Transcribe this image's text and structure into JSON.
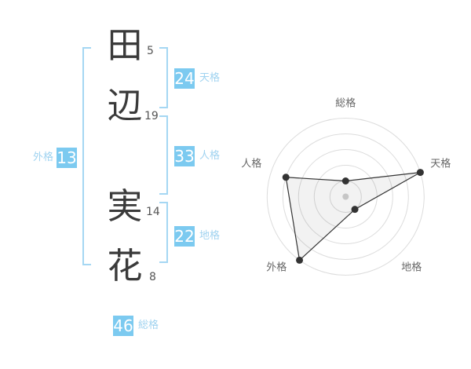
{
  "name_panel": {
    "characters": [
      {
        "char": "田",
        "strokes": "5"
      },
      {
        "char": "辺",
        "strokes": "19"
      },
      {
        "char": "実",
        "strokes": "14"
      },
      {
        "char": "花",
        "strokes": "8"
      }
    ],
    "kaku_badges": [
      {
        "id": "gaikaku",
        "label": "外格",
        "value": "13"
      },
      {
        "id": "tenkaku",
        "label": "天格",
        "value": "24"
      },
      {
        "id": "jinkaku",
        "label": "人格",
        "value": "33"
      },
      {
        "id": "chikaku",
        "label": "地格",
        "value": "22"
      },
      {
        "id": "soukaku",
        "label": "総格",
        "value": "46"
      }
    ]
  },
  "colors": {
    "badge_blue": "#7ccaf0",
    "bracket_blue": "#a5d7f3",
    "badge_label_blue": "#a0d3f0",
    "kanji_dark": "#3a3a3a",
    "stroke_count_gray": "#555555",
    "ring_gray": "#dcdcdc",
    "polygon_stroke": "#333333",
    "polygon_fill": "rgba(0,0,0,0.05)",
    "point_dark": "#333333",
    "center_dot_gray": "#c6c6c6",
    "axis_label_gray": "#666666"
  },
  "chart_data": {
    "type": "radar",
    "axes": [
      "総格",
      "天格",
      "地格",
      "外格",
      "人格"
    ],
    "values": [
      1,
      5,
      1,
      5,
      4
    ],
    "scale": {
      "min": 0,
      "max": 5,
      "rings": 5
    },
    "title": "",
    "legend": false,
    "grid": "circular",
    "center_marker": true
  }
}
